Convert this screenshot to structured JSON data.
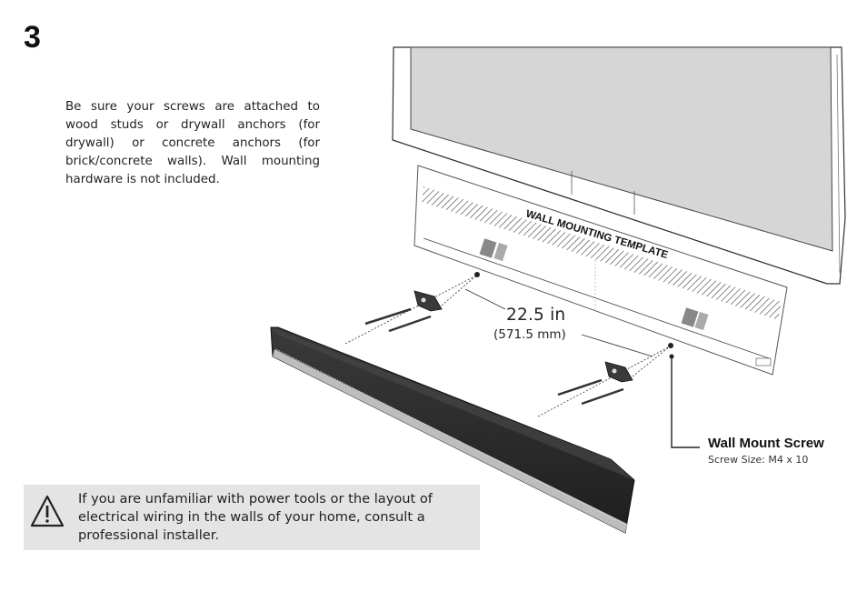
{
  "step": {
    "number": "3"
  },
  "instructions": {
    "text": "Be sure your screws are attached to wood studs or drywall anchors (for drywall) or concrete anchors (for brick/concrete walls). Wall mounting hardware is not included."
  },
  "warning": {
    "icon": "warning-triangle-icon",
    "text": "If you are unfamiliar with power tools or the layout of electrical wiring in the walls of your home, consult a professional installer."
  },
  "template": {
    "title": "WALL MOUNTING TEMPLATE"
  },
  "dimension": {
    "primary": "22.5 in",
    "secondary": "(571.5 mm)"
  },
  "callout": {
    "title": "Wall Mount Screw",
    "subtitle": "Screw Size: M4 x 10"
  },
  "colors": {
    "warning_background": "#e4e4e4",
    "soundbar": "#2a2a2a"
  }
}
